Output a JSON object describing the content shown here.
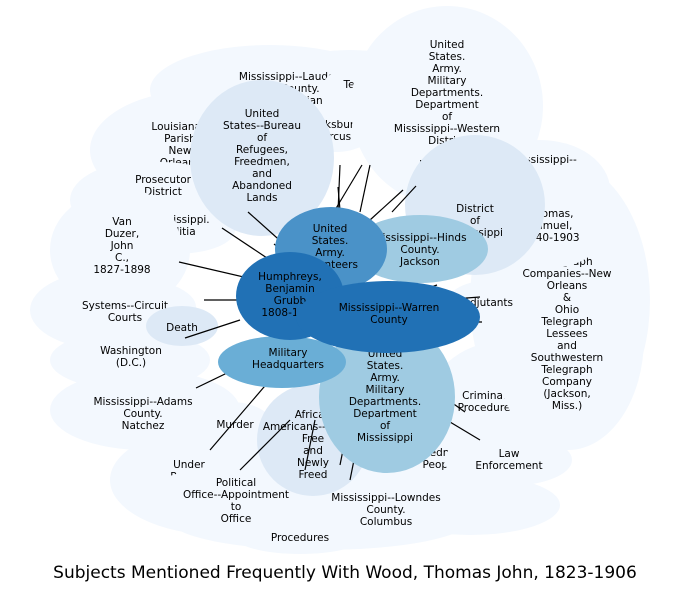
{
  "title": "Subjects Mentioned Frequently With Wood, Thomas John, 1823-1906",
  "colors": {
    "pale": "#f3f8fe",
    "light": "#dde9f6",
    "mid": "#9fcbe2",
    "medium": "#6aaed6",
    "strong": "#4a92c8",
    "dark": "#2171b5",
    "edge": "#000000"
  },
  "nodes": [
    {
      "id": "miss-lauderdale",
      "lines": [
        "Mississippi--Lauderdale",
        "County.",
        "Meridian"
      ],
      "shade": "pale"
    },
    {
      "id": "louisiana-parish",
      "lines": [
        "Louisiana--",
        "Parish",
        "New",
        "Orleans"
      ],
      "shade": "pale"
    },
    {
      "id": "prosecutor-district",
      "lines": [
        "Prosecutor",
        "District"
      ],
      "shade": "pale"
    },
    {
      "id": "miss-militia",
      "lines": [
        "Mississippi.",
        "Militia"
      ],
      "shade": "pale"
    },
    {
      "id": "van-duzer",
      "lines": [
        "Van",
        "Duzer,",
        "John",
        "C.,",
        "1827-1898"
      ],
      "shade": "pale"
    },
    {
      "id": "court-systems",
      "lines": [
        "Systems--Circuit",
        "Courts"
      ],
      "shade": "pale"
    },
    {
      "id": "death",
      "lines": [
        "Death"
      ],
      "shade": "light"
    },
    {
      "id": "washington-dc",
      "lines": [
        "Washington",
        "(D.C.)"
      ],
      "shade": "pale"
    },
    {
      "id": "miss-adams",
      "lines": [
        "Mississippi--Adams",
        "County.",
        "Natchez"
      ],
      "shade": "pale"
    },
    {
      "id": "murder",
      "lines": [
        "Murder"
      ],
      "shade": "pale"
    },
    {
      "id": "under-review",
      "lines": [
        "Under",
        "Review"
      ],
      "shade": "pale"
    },
    {
      "id": "political-office",
      "lines": [
        "Political",
        "Office--Appointment",
        "to",
        "Office"
      ],
      "shade": "pale"
    },
    {
      "id": "procedures",
      "lines": [
        "Procedures"
      ],
      "shade": "pale"
    },
    {
      "id": "miss-lowndes",
      "lines": [
        "Mississippi--Lowndes",
        "County.",
        "Columbus"
      ],
      "shade": "pale"
    },
    {
      "id": "african-americans",
      "lines": [
        "African",
        "Americans--History",
        "Free",
        "and",
        "Newly",
        "Freed"
      ],
      "shade": "light"
    },
    {
      "id": "freedmen-people",
      "lines": [
        "Freedmen",
        "People"
      ],
      "shade": "pale"
    },
    {
      "id": "law-enforcement",
      "lines": [
        "Law",
        "Enforcement"
      ],
      "shade": "pale"
    },
    {
      "id": "criminal-procedure",
      "lines": [
        "Criminal",
        "Procedure"
      ],
      "shade": "pale"
    },
    {
      "id": "telegraph",
      "lines": [
        "Telegraph",
        "Companies--New",
        "Orleans",
        "&",
        "Ohio",
        "Telegraph",
        "Lessees",
        "and",
        "Southwestern",
        "Telegraph",
        "Company",
        "(Jackson,",
        "Miss.)"
      ],
      "shade": "pale"
    },
    {
      "id": "adjutants",
      "lines": [
        "Adjutants"
      ],
      "shade": "pale"
    },
    {
      "id": "thomas-samuel",
      "lines": [
        "Thomas,",
        "Samuel,",
        "1840-1903"
      ],
      "shade": "pale"
    },
    {
      "id": "hinds-jackson",
      "lines": [
        "Mississippi--Hinds",
        "County.",
        "Jackson"
      ],
      "shade": "mid"
    },
    {
      "id": "district-of-mississippi",
      "lines": [
        "District",
        "of",
        "Mississippi"
      ],
      "shade": "light"
    },
    {
      "id": "miss-other",
      "lines": [
        "Mississippi--"
      ],
      "shade": "pale"
    },
    {
      "id": "cemetery",
      "lines": [
        "Texas"
      ],
      "shade": "pale"
    },
    {
      "id": "vicksburg-circus",
      "lines": [
        "Vicksburg",
        "Circus"
      ],
      "shade": "pale"
    },
    {
      "id": "freedmens-bureau",
      "lines": [
        "United",
        "States--Bureau",
        "of",
        "Refugees,",
        "Freedmen,",
        "and",
        "Abandoned",
        "Lands"
      ],
      "shade": "light"
    },
    {
      "id": "western-district",
      "lines": [
        "United",
        "States.",
        "Army.",
        "Military",
        "Departments.",
        "Department",
        "of",
        "Mississippi--Western",
        "District",
        "of",
        "Mississippi"
      ],
      "shade": "pale"
    },
    {
      "id": "volunteers",
      "lines": [
        "United",
        "States.",
        "Army.",
        "Volunteers"
      ],
      "shade": "strong"
    },
    {
      "id": "humphreys",
      "lines": [
        "Humphreys,",
        "Benjamin",
        "Grubb",
        "1808-1882"
      ],
      "shade": "dark"
    },
    {
      "id": "warren-county",
      "lines": [
        "Mississippi--Warren",
        "County"
      ],
      "shade": "dark"
    },
    {
      "id": "military-hq",
      "lines": [
        "Military",
        "Headquarters"
      ],
      "shade": "medium"
    },
    {
      "id": "dept-of-mississippi",
      "lines": [
        "United",
        "States.",
        "Army.",
        "Military",
        "Departments.",
        "Department",
        "of",
        "Mississippi"
      ],
      "shade": "mid"
    }
  ]
}
